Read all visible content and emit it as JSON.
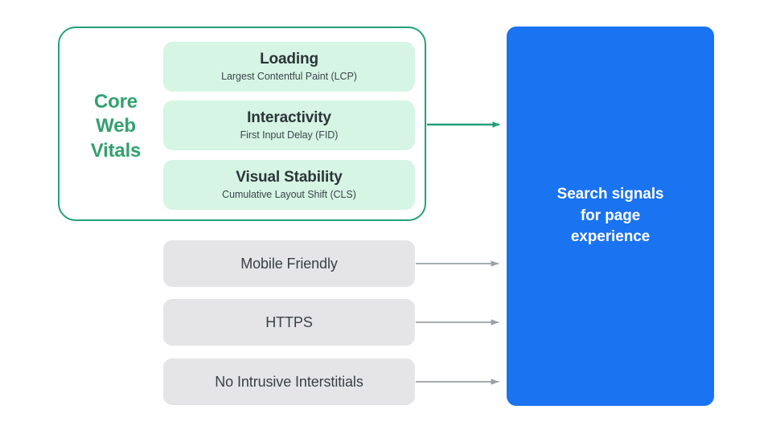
{
  "diagram": {
    "title": "Core Web Vitals and page experience search signals",
    "colors": {
      "mint_card": "#d6f5e4",
      "container_border": "#23a07a",
      "green_accent": "#33a06f",
      "grey_card": "#e5e5e7",
      "blue_panel": "#1a73f0",
      "grey_arrow": "#9aa0a6",
      "dark_text": "#2c3539"
    },
    "core_web_vitals": {
      "group_label_lines": [
        "Core",
        "Web",
        "Vitals"
      ],
      "metrics": [
        {
          "title": "Loading",
          "subtitle": "Largest Contentful Paint (LCP)"
        },
        {
          "title": "Interactivity",
          "subtitle": "First Input Delay (FID)"
        },
        {
          "title": "Visual Stability",
          "subtitle": "Cumulative Layout Shift (CLS)"
        }
      ]
    },
    "other_signals": [
      {
        "label": "Mobile Friendly"
      },
      {
        "label": "HTTPS"
      },
      {
        "label": "No Intrusive Interstitials"
      }
    ],
    "outcome": {
      "text": "Search signals\nfor page\nexperience"
    },
    "connectors": [
      {
        "name": "core-web-vitals-to-outcome",
        "color": "#23a07a"
      },
      {
        "name": "mobile-friendly-to-outcome",
        "color": "#9aa0a6"
      },
      {
        "name": "https-to-outcome",
        "color": "#9aa0a6"
      },
      {
        "name": "no-intrusive-interstitials-to-outcome",
        "color": "#9aa0a6"
      }
    ]
  }
}
